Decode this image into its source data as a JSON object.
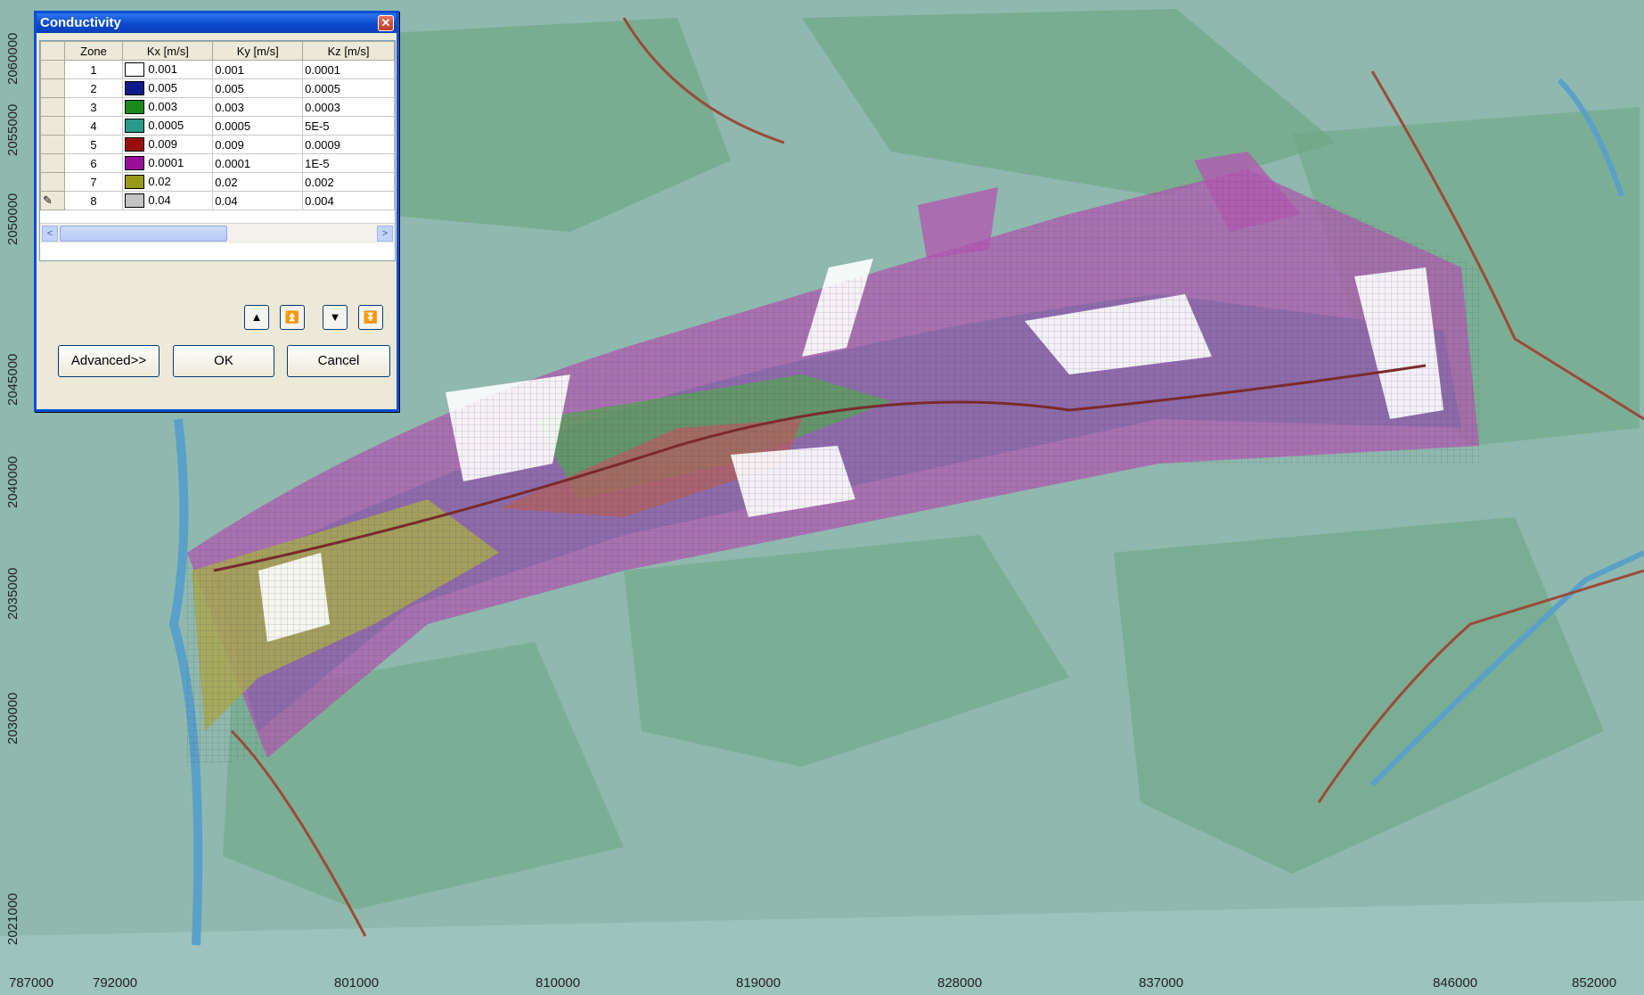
{
  "window": {
    "title": "Conductivity",
    "close_glyph": "✕"
  },
  "table": {
    "headers": [
      "",
      "Zone",
      "Kx [m/s]",
      "Ky [m/s]",
      "Kz [m/s]"
    ],
    "edit_indicator": "✎",
    "rows": [
      {
        "zone": "1",
        "color": "#ffffff",
        "kx": "0.001",
        "ky": "0.001",
        "kz": "0.0001"
      },
      {
        "zone": "2",
        "color": "#0d1a8a",
        "kx": "0.005",
        "ky": "0.005",
        "kz": "0.0005"
      },
      {
        "zone": "3",
        "color": "#1a8a1a",
        "kx": "0.003",
        "ky": "0.003",
        "kz": "0.0003"
      },
      {
        "zone": "4",
        "color": "#2a9a8a",
        "kx": "0.0005",
        "ky": "0.0005",
        "kz": "5E-5"
      },
      {
        "zone": "5",
        "color": "#9a0d0d",
        "kx": "0.009",
        "ky": "0.009",
        "kz": "0.0009"
      },
      {
        "zone": "6",
        "color": "#9a0d9a",
        "kx": "0.0001",
        "ky": "0.0001",
        "kz": "1E-5"
      },
      {
        "zone": "7",
        "color": "#9a9a1a",
        "kx": "0.02",
        "ky": "0.02",
        "kz": "0.002"
      },
      {
        "zone": "8",
        "color": "#c4c4c4",
        "kx": "0.04",
        "ky": "0.04",
        "kz": "0.004"
      }
    ]
  },
  "scrollbar": {
    "left_glyph": "<",
    "right_glyph": ">"
  },
  "nav_buttons": {
    "up": "▲",
    "top": "⏫",
    "down": "▼",
    "bottom": "⏬"
  },
  "buttons": {
    "advanced": "Advanced>>",
    "ok": "OK",
    "cancel": "Cancel"
  },
  "map": {
    "y_ticks": [
      "2060000",
      "2055000",
      "2050000",
      "2045000",
      "2040000",
      "2035000",
      "2030000",
      "2021000"
    ],
    "x_ticks": [
      "787000",
      "792000",
      "801000",
      "810000",
      "819000",
      "828000",
      "837000",
      "846000",
      "852000"
    ],
    "colors": {
      "base": "#8fb8ae",
      "forest": "#6ea884",
      "zone_white": "#ffffff",
      "zone_purple": "#8a6aa8",
      "zone_magenta": "#b05ab0",
      "zone_olive": "#a8a850",
      "zone_red": "#b06060"
    }
  }
}
